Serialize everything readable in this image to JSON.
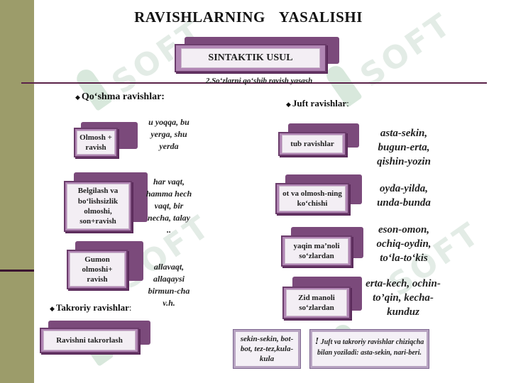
{
  "title": "RAVISHLARNING    YASALISHI",
  "method_box": "SINTAKTIK  USUL",
  "subtitle": "2.So‘zlarni qo‘shib ravish yasash",
  "watermark": "SOFT",
  "left": {
    "heading": "Qo‘shma   ravishlar:",
    "boxes": [
      "Olmosh + ravish",
      "Belgilash va bo‘lishsizlik olmoshi, son+ravish",
      "Gumon olmoshi+ ravish"
    ],
    "examples": [
      "u yoqqa, bu yerga, shu yerda",
      "har vaqt, hamma hech vaqt, bir necha, talay ..",
      "allavaqt, allaqaysi birmun-cha v.h."
    ],
    "takroriy_heading": "Takroriy ravishlar",
    "takroriy_colon": ":",
    "takroriy_box": "Ravishni takrorlash"
  },
  "right": {
    "heading": "Juft ravishlar",
    "heading_colon": ":",
    "boxes": [
      "tub ravishlar",
      "ot va olmosh-ning ko‘chishi",
      "yaqin ma’noli so‘zlardan",
      "Zid manoli so‘zlardan"
    ],
    "examples": [
      "asta-sekin, bugun-erta, qishin-yozin",
      "oyda-yilda, unda-bunda",
      "eson-omon, ochiq-oydin, to‘la-to‘kis",
      "erta-kech, ochin-to’qin, kecha-kunduz"
    ]
  },
  "bottom": {
    "takror_examples": "sekin-sekin, bot-bot, tez-tez,kula-kula",
    "note_mark": "!",
    "note": "Juft va takroriy ravishlar chiziqcha  bilan  yoziladi: asta-sekin, nari-beri."
  }
}
